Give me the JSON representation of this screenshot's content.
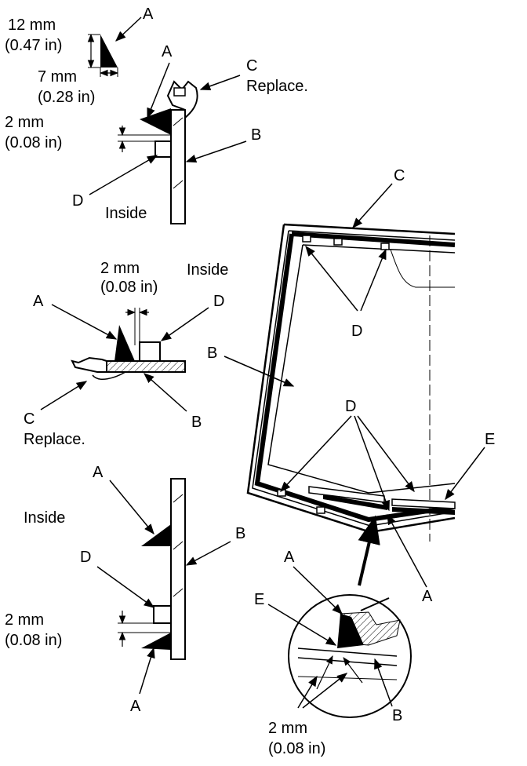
{
  "labels": {
    "a": "A",
    "b": "B",
    "c": "C",
    "d": "D",
    "e": "E",
    "replace": "Replace.",
    "inside": "Inside"
  },
  "dims": {
    "d12_mm": "12 mm",
    "d12_in": "(0.47 in)",
    "d7_mm": "7 mm",
    "d7_in": "(0.28 in)",
    "d2_mm": "2 mm",
    "d2_in": "(0.08 in)"
  }
}
